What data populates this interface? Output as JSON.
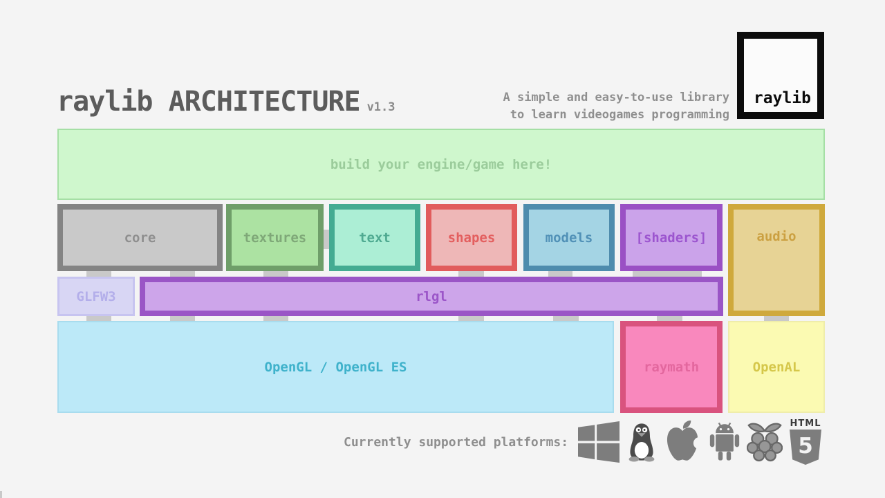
{
  "header": {
    "title": "raylib ARCHITECTURE",
    "version": "v1.3",
    "tagline": [
      "A simple and easy-to-use library",
      "to learn videogames programming"
    ],
    "logo_text": "raylib"
  },
  "diagram": {
    "boxes": {
      "engine": {
        "label": "build your engine/game here!",
        "fill": "#cff7cd",
        "border": "#a5dfa5",
        "text": "#9bcc9b"
      },
      "core": {
        "label": "core",
        "fill": "#c9c9c9",
        "border": "#848484",
        "text": "#8f8f8f"
      },
      "textures": {
        "label": "textures",
        "fill": "#ace2a2",
        "border": "#6f9e69",
        "text": "#7fa878"
      },
      "text": {
        "label": "text",
        "fill": "#aceed5",
        "border": "#44ab92",
        "text": "#4faa91"
      },
      "shapes": {
        "label": "shapes",
        "fill": "#eeb7b7",
        "border": "#e15c5c",
        "text": "#e35f5f"
      },
      "models": {
        "label": "models",
        "fill": "#a4d4e4",
        "border": "#4e8cad",
        "text": "#5191b7"
      },
      "shaders": {
        "label": "[shaders]",
        "fill": "#cba3ea",
        "border": "#9a50c4",
        "text": "#9c55cf"
      },
      "audio": {
        "label": "audio",
        "fill": "#e7d395",
        "border": "#cfa93c",
        "text": "#cba041"
      },
      "glfw3": {
        "label": "GLFW3",
        "fill": "#d8d6f4",
        "border": "#c7c4f0",
        "text": "#b3aeea"
      },
      "rlgl": {
        "label": "rlgl",
        "fill": "#cda5ea",
        "border": "#9a55c6",
        "text": "#9b55c8"
      },
      "opengl": {
        "label": "OpenGL / OpenGL ES",
        "fill": "#bce9f8",
        "border": "#a8dcee",
        "text": "#3fb2cb"
      },
      "raymath": {
        "label": "raymath",
        "fill": "#f988bd",
        "border": "#d9537e",
        "text": "#e3679e"
      },
      "openal": {
        "label": "OpenAL",
        "fill": "#fbfab2",
        "border": "#efedaa",
        "text": "#d5c74a"
      }
    },
    "connector_color": "#c9c9c9"
  },
  "platforms": {
    "label": "Currently supported platforms:",
    "items": [
      {
        "icon": "windows-icon",
        "name": "Windows"
      },
      {
        "icon": "linux-tux-icon",
        "name": "Linux"
      },
      {
        "icon": "apple-icon",
        "name": "macOS"
      },
      {
        "icon": "android-icon",
        "name": "Android"
      },
      {
        "icon": "raspberry-pi-icon",
        "name": "Raspberry Pi"
      },
      {
        "icon": "html5-icon",
        "name": "HTML5"
      }
    ],
    "html5": {
      "top_text": "HTML",
      "number": "5"
    }
  }
}
